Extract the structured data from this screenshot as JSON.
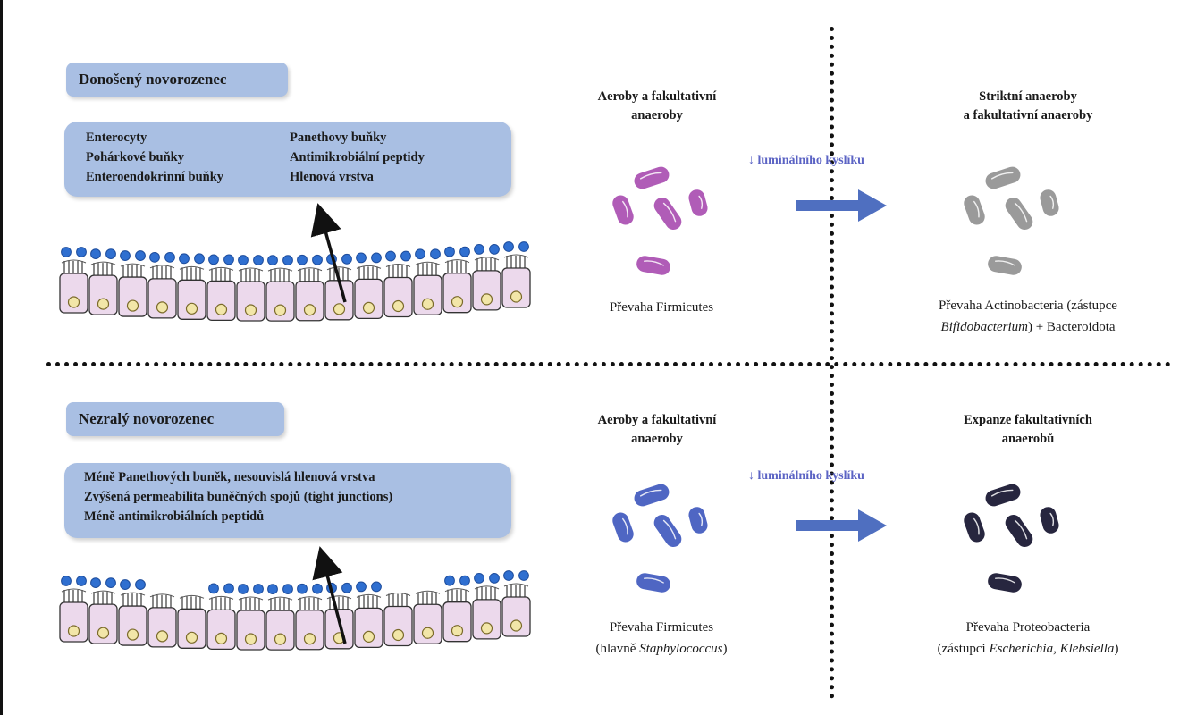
{
  "top": {
    "title": "Donošený novorozenec",
    "info": [
      "Enterocyty",
      "Panethovy buňky",
      "Pohárkové buňky",
      "Antimikrobiální peptidy",
      "Enteroendokrinní buňky",
      "Hlenová vrstva"
    ],
    "source_heading_1": "Aeroby a fakultativní",
    "source_heading_2": "anaeroby",
    "arrow_label": "↓ luminálního kyslíku",
    "target_heading_1": "Striktní anaeroby",
    "target_heading_2": "a fakultativní anaeroby",
    "source_caption": "Převaha Firmicutes",
    "target_caption_1": "Převaha Actinobacteria (zástupce",
    "target_caption_2_italic": "Bifidobacterium",
    "target_caption_2_rest": ") +  Bacteroidota",
    "colors": {
      "source_bacteria": "#b05cb7",
      "target_bacteria": "#9a9a9a"
    }
  },
  "bottom": {
    "title": "Nezralý novorozenec",
    "info": [
      "Méně Panethových buněk, nesouvislá hlenová vrstva",
      "Zvýšená permeabilita buněčných spojů (tight junctions)",
      "Méně antimikrobiálních peptidů"
    ],
    "source_heading_1": "Aeroby a fakultativní",
    "source_heading_2": "anaeroby",
    "arrow_label": "↓ luminálního kyslíku",
    "target_heading_1": "Expanze fakultativních",
    "target_heading_2": "anaerobů",
    "source_caption_1": "Převaha Firmicutes",
    "source_caption_2_pre": "(hlavně ",
    "source_caption_2_italic": "Staphylococcus",
    "source_caption_2_post": ")",
    "target_caption_1": "Převaha Proteobacteria",
    "target_caption_2_pre": "(zástupci ",
    "target_caption_2_italic": "Escherichia, Klebsiella",
    "target_caption_2_post": ")",
    "colors": {
      "source_bacteria": "#4f66c3",
      "target_bacteria": "#27263f"
    }
  },
  "colors": {
    "box_fill": "#a9bfe3",
    "arrow": "#4f6fc0",
    "mucus_dot": "#2f6fd0",
    "cell_fill": "#ecd9ec",
    "nucleus": "#f2e6a8"
  }
}
